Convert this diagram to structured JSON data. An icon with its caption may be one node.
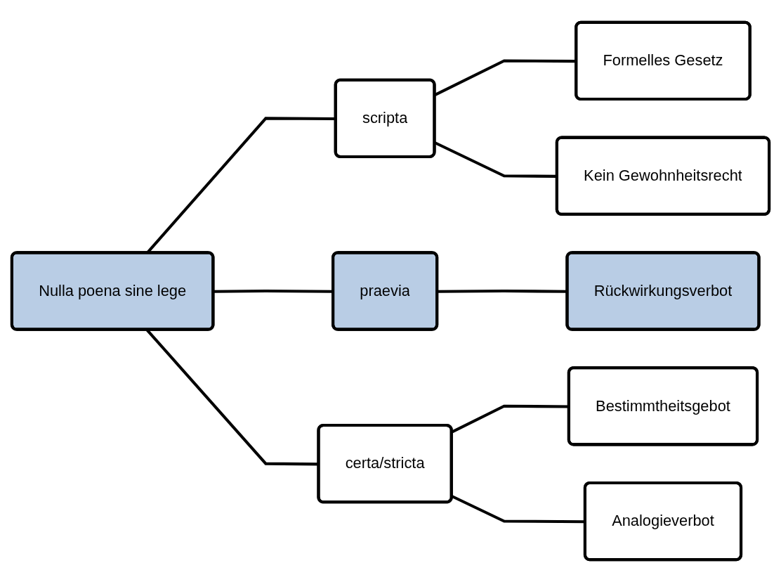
{
  "diagram": {
    "nodes": [
      {
        "text": [
          "Nulla poena sine lege"
        ]
      },
      {
        "text": [
          "scripta"
        ]
      },
      {
        "text": [
          "Formelles Gesetz"
        ]
      },
      {
        "text": [
          "Kein Gewohnheitsrecht"
        ]
      },
      {
        "text": [
          "praevia"
        ]
      },
      {
        "text": [
          "Rückwirkungsverbot"
        ]
      },
      {
        "text": [
          "certa/stricta"
        ]
      },
      {
        "text": [
          "Bestimmtheitsgebot"
        ]
      },
      {
        "text": [
          "Analogieverbot"
        ]
      }
    ],
    "edges": [
      {
        "from": 0,
        "to": 1,
        "arrow": "none"
      },
      {
        "from": 1,
        "to": 2,
        "arrow": "none"
      },
      {
        "from": 1,
        "to": 3,
        "arrow": "none"
      },
      {
        "from": 0,
        "to": 4,
        "arrow": "none"
      },
      {
        "from": 4,
        "to": 5,
        "arrow": "none"
      },
      {
        "from": 0,
        "to": 6,
        "arrow": "none"
      },
      {
        "from": 6,
        "to": 7,
        "arrow": "none"
      },
      {
        "from": 6,
        "to": 8,
        "arrow": "none"
      }
    ]
  }
}
